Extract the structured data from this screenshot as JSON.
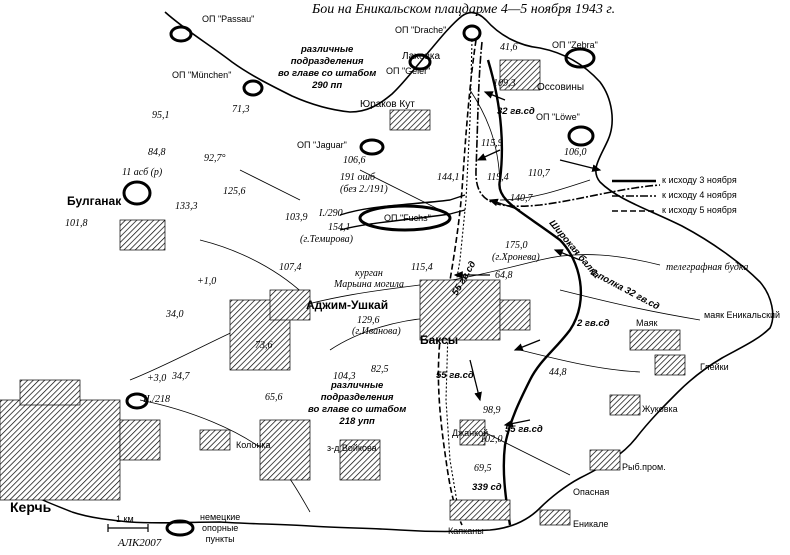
{
  "title": "Бои на Еникальском плацдарме 4—5 ноября 1943 г.",
  "legend": {
    "nov3": "к исходу 3 ноября",
    "nov4": "к исходу 4 ноября",
    "nov5": "к исходу 5 ноября",
    "scale": "1 км",
    "strongpoints_line1": "немецкие",
    "strongpoints_line2": "опорные",
    "strongpoints_line3": "пункты"
  },
  "strongpoints": {
    "passau": "ОП \"Passau\"",
    "muenchen": "ОП \"München\"",
    "drache": "ОП \"Drache\"",
    "zebra": "ОП \"Zebra\"",
    "geier": "ОП \"Geier\"",
    "loewe": "ОП \"Löwe\"",
    "jaguar": "ОП \"Jaguar\"",
    "fuchs": "ОП \"Fuchs\""
  },
  "places": {
    "lahovka": "Лаховка",
    "ossoviny": "Оссовины",
    "yurakov_kut": "Юраков Кут",
    "bulganak": "Булганак",
    "adzhim": "Аджим-Ушкай",
    "baksy": "Баксы",
    "mayak": "Маяк",
    "mayak_enikalsky": "маяк Еникальский",
    "gleyki": "Глейки",
    "zhukovka": "Жуковка",
    "kolonka": "Колонка",
    "voikova": "з-д Войкова",
    "dzhankoy": "Джанкой",
    "ryb_prom": "Рыб.пром.",
    "opasnaya": "Опасная",
    "enikale": "Еникале",
    "kapkany": "Капканы",
    "kerch": "Керчь",
    "telegraph": "телеграфная будка",
    "wide_gully": "Широкая балка"
  },
  "heights": {
    "h41_6": "41,6",
    "h109_3": "109,3",
    "h115_9": "115,9",
    "h106_0": "106,0",
    "h110_7": "110,7",
    "h119_4": "119,4",
    "h144_1": "144,1",
    "h140_7": "140,7",
    "h95_1": "95,1",
    "h71_3": "71,3",
    "h84_8": "84,8",
    "h92_7": "92,7°",
    "h106_6": "106,6",
    "h125_6": "125,6",
    "h133_3": "133,3",
    "h101_8": "101,8",
    "h103_9": "103,9",
    "h154_1": "154,1",
    "h107_4": "107,4",
    "h1_0": "+1,0",
    "h34_0": "34,0",
    "h115_4": "115,4",
    "h64_8": "64,8",
    "h175_0": "175,0",
    "h129_6": "129,6",
    "h73_6": "73,6",
    "h82_5": "82,5",
    "h104_3": "104,3",
    "h3_0": "+3,0",
    "h34_7": "34,7",
    "h65_6": "65,6",
    "h44_8": "44,8",
    "h98_9": "98,9",
    "h102_0": "102,0",
    "h69_5": "69,5"
  },
  "units": {
    "u_11asb": "11 асб (р)",
    "u_191osho": "191 ошб",
    "u_191osho_sub": "(без 2./191)",
    "u_1_290": "I./290",
    "u_temirova": "(г.Темирова)",
    "u_2_218": "II./218",
    "u_32gv_north": "32 гв.сд",
    "u_55gv_top": "55 гв.сд",
    "u_2gv": "2 гв.сд",
    "u_2polka": "2 полка 32 гв.сд",
    "u_55gv_mid": "55 гв.сд",
    "u_55gv_bottom": "55 гв.сд",
    "u_339": "339 сд",
    "u_hroneva": "(г.Хронева)",
    "u_ivanova": "(г.Иванова)",
    "u_kurgan1": "курган",
    "u_kurgan2": "Марьина могила"
  },
  "notes": {
    "north_1": "различные",
    "north_2": "подразделения",
    "north_3": "во главе со штабом",
    "north_4": "290 пп",
    "south_1": "различные",
    "south_2": "подразделения",
    "south_3": "во главе со штабом",
    "south_4": "218 упп"
  },
  "signature": "АЛК2007"
}
